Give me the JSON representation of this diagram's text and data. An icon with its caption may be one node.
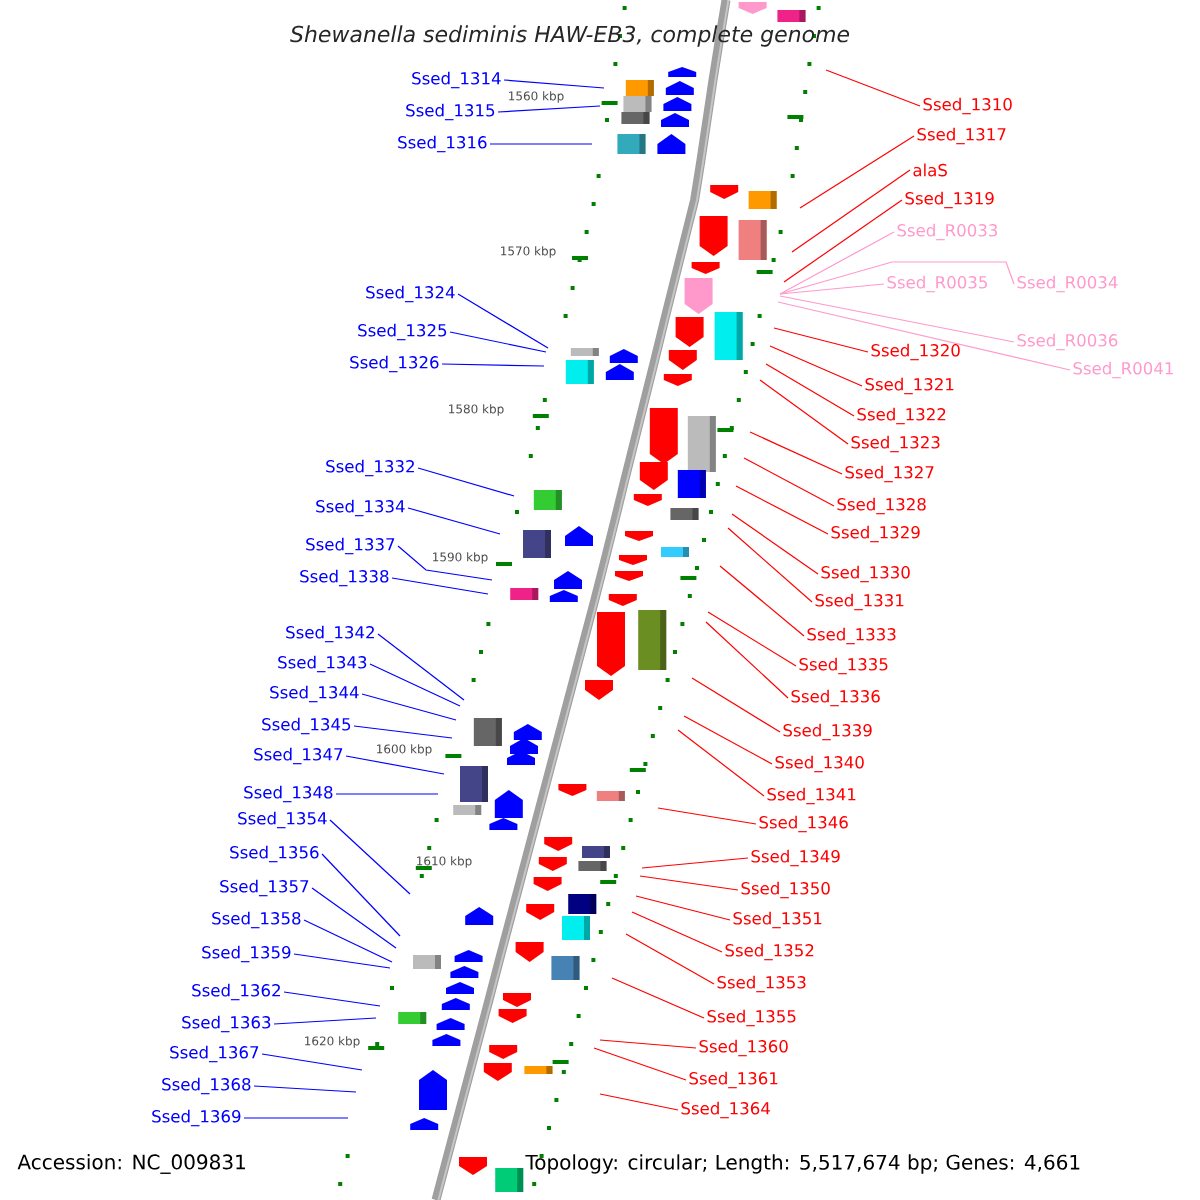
{
  "diagram": {
    "title": "*Shewanella sediminis* HAW-EB3, complete genome",
    "nodes": [
      {
        "text": [
          "Ssed_1314"
        ]
      },
      {
        "text": [
          "Ssed_1315"
        ]
      },
      {
        "text": [
          "Ssed_1316"
        ]
      },
      {
        "text": [
          "Ssed_1324"
        ]
      },
      {
        "text": [
          "Ssed_1325"
        ]
      },
      {
        "text": [
          "Ssed_1326"
        ]
      },
      {
        "text": [
          "Ssed_1332"
        ]
      },
      {
        "text": [
          "Ssed_1334"
        ]
      },
      {
        "text": [
          "Ssed_1337"
        ]
      },
      {
        "text": [
          "Ssed_1338"
        ]
      },
      {
        "text": [
          "Ssed_1342"
        ]
      },
      {
        "text": [
          "Ssed_1343"
        ]
      },
      {
        "text": [
          "Ssed_1344"
        ]
      },
      {
        "text": [
          "Ssed_1345"
        ]
      },
      {
        "text": [
          "Ssed_1347"
        ]
      },
      {
        "text": [
          "Ssed_1348"
        ]
      },
      {
        "text": [
          "Ssed_1354"
        ]
      },
      {
        "text": [
          "Ssed_1356"
        ]
      },
      {
        "text": [
          "Ssed_1357"
        ]
      },
      {
        "text": [
          "Ssed_1358"
        ]
      },
      {
        "text": [
          "Ssed_1359"
        ]
      },
      {
        "text": [
          "Ssed_1362"
        ]
      },
      {
        "text": [
          "Ssed_1363"
        ]
      },
      {
        "text": [
          "Ssed_1367"
        ]
      },
      {
        "text": [
          "Ssed_1368"
        ]
      },
      {
        "text": [
          "Ssed_1369"
        ]
      },
      {
        "text": [
          "Ssed_1310"
        ]
      },
      {
        "text": [
          "Ssed_1317"
        ]
      },
      {
        "text": [
          "alaS"
        ]
      },
      {
        "text": [
          "Ssed_1319"
        ]
      },
      {
        "text": [
          "Ssed_R0033"
        ]
      },
      {
        "text": [
          "Ssed_R0035"
        ]
      },
      {
        "text": [
          "Ssed_R0034"
        ]
      },
      {
        "text": [
          "Ssed_R0036"
        ]
      },
      {
        "text": [
          "Ssed_R0041"
        ]
      },
      {
        "text": [
          "Ssed_1320"
        ]
      },
      {
        "text": [
          "Ssed_1321"
        ]
      },
      {
        "text": [
          "Ssed_1322"
        ]
      },
      {
        "text": [
          "Ssed_1323"
        ]
      },
      {
        "text": [
          "Ssed_1327"
        ]
      },
      {
        "text": [
          "Ssed_1328"
        ]
      },
      {
        "text": [
          "Ssed_1329"
        ]
      },
      {
        "text": [
          "Ssed_1330"
        ]
      },
      {
        "text": [
          "Ssed_1331"
        ]
      },
      {
        "text": [
          "Ssed_1333"
        ]
      },
      {
        "text": [
          "Ssed_1335"
        ]
      },
      {
        "text": [
          "Ssed_1336"
        ]
      },
      {
        "text": [
          "Ssed_1339"
        ]
      },
      {
        "text": [
          "Ssed_1340"
        ]
      },
      {
        "text": [
          "Ssed_1341"
        ]
      },
      {
        "text": [
          "Ssed_1346"
        ]
      },
      {
        "text": [
          "Ssed_1349"
        ]
      },
      {
        "text": [
          "Ssed_1350"
        ]
      },
      {
        "text": [
          "Ssed_1351"
        ]
      },
      {
        "text": [
          "Ssed_1352"
        ]
      },
      {
        "text": [
          "Ssed_1353"
        ]
      },
      {
        "text": [
          "Ssed_1355"
        ]
      },
      {
        "text": [
          "Ssed_1360"
        ]
      },
      {
        "text": [
          "Ssed_1361"
        ]
      },
      {
        "text": [
          "Ssed_1364"
        ]
      }
    ],
    "edges": [
      {
        "from": 0,
        "to": null,
        "arrow": "none",
        "color": "#0000ff"
      },
      {
        "from": 1,
        "to": null,
        "arrow": "none",
        "color": "#0000ff"
      },
      {
        "from": 2,
        "to": null,
        "arrow": "none",
        "color": "#0000ff"
      },
      {
        "from": 3,
        "to": null,
        "arrow": "none",
        "color": "#0000ff"
      },
      {
        "from": 4,
        "to": null,
        "arrow": "none",
        "color": "#0000ff"
      },
      {
        "from": 5,
        "to": null,
        "arrow": "none",
        "color": "#0000ff"
      },
      {
        "from": 6,
        "to": null,
        "arrow": "none",
        "color": "#0000ff"
      },
      {
        "from": 7,
        "to": null,
        "arrow": "none",
        "color": "#0000ff"
      },
      {
        "from": 8,
        "to": null,
        "arrow": "none",
        "color": "#0000ff"
      },
      {
        "from": 9,
        "to": null,
        "arrow": "none",
        "color": "#0000ff"
      },
      {
        "from": 10,
        "to": null,
        "arrow": "none",
        "color": "#0000ff"
      },
      {
        "from": 11,
        "to": null,
        "arrow": "none",
        "color": "#0000ff"
      },
      {
        "from": 12,
        "to": null,
        "arrow": "none",
        "color": "#0000ff"
      },
      {
        "from": 13,
        "to": null,
        "arrow": "none",
        "color": "#0000ff"
      },
      {
        "from": 14,
        "to": null,
        "arrow": "none",
        "color": "#0000ff"
      },
      {
        "from": 15,
        "to": null,
        "arrow": "none",
        "color": "#0000ff"
      },
      {
        "from": 16,
        "to": null,
        "arrow": "none",
        "color": "#0000ff"
      },
      {
        "from": 17,
        "to": null,
        "arrow": "none",
        "color": "#0000ff"
      },
      {
        "from": 18,
        "to": null,
        "arrow": "none",
        "color": "#0000ff"
      },
      {
        "from": 19,
        "to": null,
        "arrow": "none",
        "color": "#0000ff"
      },
      {
        "from": 20,
        "to": null,
        "arrow": "none",
        "color": "#0000ff"
      },
      {
        "from": 21,
        "to": null,
        "arrow": "none",
        "color": "#0000ff"
      },
      {
        "from": 22,
        "to": null,
        "arrow": "none",
        "color": "#0000ff"
      },
      {
        "from": 23,
        "to": null,
        "arrow": "none",
        "color": "#0000ff"
      },
      {
        "from": 24,
        "to": null,
        "arrow": "none",
        "color": "#0000ff"
      },
      {
        "from": 25,
        "to": null,
        "arrow": "none",
        "color": "#0000ff"
      },
      {
        "from": 26,
        "to": null,
        "arrow": "none",
        "color": "#ff0000"
      },
      {
        "from": 27,
        "to": null,
        "arrow": "none",
        "color": "#ff0000"
      },
      {
        "from": 28,
        "to": null,
        "arrow": "none",
        "color": "#ff0000"
      },
      {
        "from": 29,
        "to": null,
        "arrow": "none",
        "color": "#ff0000"
      },
      {
        "from": 30,
        "to": null,
        "arrow": "none",
        "color": "#ff99cc"
      },
      {
        "from": 31,
        "to": null,
        "arrow": "none",
        "color": "#ff99cc"
      },
      {
        "from": 32,
        "to": null,
        "arrow": "none",
        "color": "#ff99cc"
      },
      {
        "from": 33,
        "to": null,
        "arrow": "none",
        "color": "#ff99cc"
      },
      {
        "from": 34,
        "to": null,
        "arrow": "none",
        "color": "#ff99cc"
      },
      {
        "from": 35,
        "to": null,
        "arrow": "none",
        "color": "#ff0000"
      },
      {
        "from": 36,
        "to": null,
        "arrow": "none",
        "color": "#ff0000"
      },
      {
        "from": 37,
        "to": null,
        "arrow": "none",
        "color": "#ff0000"
      },
      {
        "from": 38,
        "to": null,
        "arrow": "none",
        "color": "#ff0000"
      },
      {
        "from": 39,
        "to": null,
        "arrow": "none",
        "color": "#ff0000"
      },
      {
        "from": 40,
        "to": null,
        "arrow": "none",
        "color": "#ff0000"
      },
      {
        "from": 41,
        "to": null,
        "arrow": "none",
        "color": "#ff0000"
      },
      {
        "from": 42,
        "to": null,
        "arrow": "none",
        "color": "#ff0000"
      },
      {
        "from": 43,
        "to": null,
        "arrow": "none",
        "color": "#ff0000"
      },
      {
        "from": 44,
        "to": null,
        "arrow": "none",
        "color": "#ff0000"
      },
      {
        "from": 45,
        "to": null,
        "arrow": "none",
        "color": "#ff0000"
      },
      {
        "from": 46,
        "to": null,
        "arrow": "none",
        "color": "#ff0000"
      },
      {
        "from": 47,
        "to": null,
        "arrow": "none",
        "color": "#ff0000"
      },
      {
        "from": 48,
        "to": null,
        "arrow": "none",
        "color": "#ff0000"
      },
      {
        "from": 49,
        "to": null,
        "arrow": "none",
        "color": "#ff0000"
      },
      {
        "from": 50,
        "to": null,
        "arrow": "none",
        "color": "#ff0000"
      },
      {
        "from": 51,
        "to": null,
        "arrow": "none",
        "color": "#ff0000"
      },
      {
        "from": 52,
        "to": null,
        "arrow": "none",
        "color": "#ff0000"
      },
      {
        "from": 53,
        "to": null,
        "arrow": "none",
        "color": "#ff0000"
      },
      {
        "from": 54,
        "to": null,
        "arrow": "none",
        "color": "#ff0000"
      },
      {
        "from": 55,
        "to": null,
        "arrow": "none",
        "color": "#ff0000"
      },
      {
        "from": 56,
        "to": null,
        "arrow": "none",
        "color": "#ff0000"
      },
      {
        "from": 57,
        "to": null,
        "arrow": "none",
        "color": "#ff0000"
      },
      {
        "from": 58,
        "to": null,
        "arrow": "none",
        "color": "#ff0000"
      },
      {
        "from": 59,
        "to": null,
        "arrow": "none",
        "color": "#ff0000"
      }
    ],
    "labels": [
      "1560 kbp",
      "1570 kbp",
      "1580 kbp",
      "1590 kbp",
      "1600 kbp",
      "1610 kbp",
      "1620 kbp",
      "Accession: NC_009831",
      "Topology: circular; Length: 5,517,674 bp; Genes: 4,661"
    ]
  }
}
